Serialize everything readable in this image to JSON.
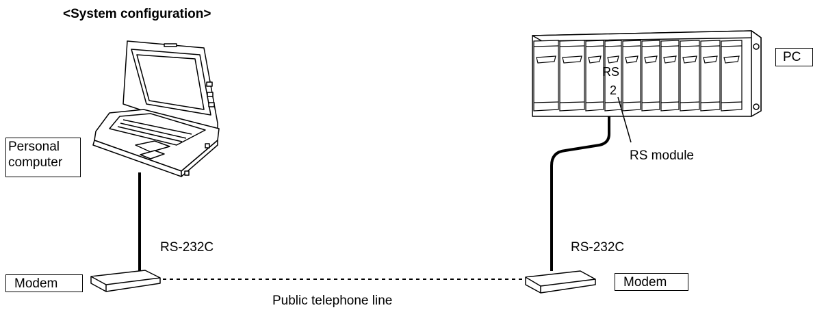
{
  "title": "<System configuration>",
  "labels": {
    "personal_computer_line1": "Personal",
    "personal_computer_line2": "computer",
    "pc": "PC",
    "modem_left": "Modem",
    "modem_right": "Modem",
    "rs232c_left": "RS-232C",
    "rs232c_right": "RS-232C",
    "rs_module": "RS module",
    "public_line": "Public telephone line",
    "slot_rs": "RS",
    "slot_2": "2"
  }
}
